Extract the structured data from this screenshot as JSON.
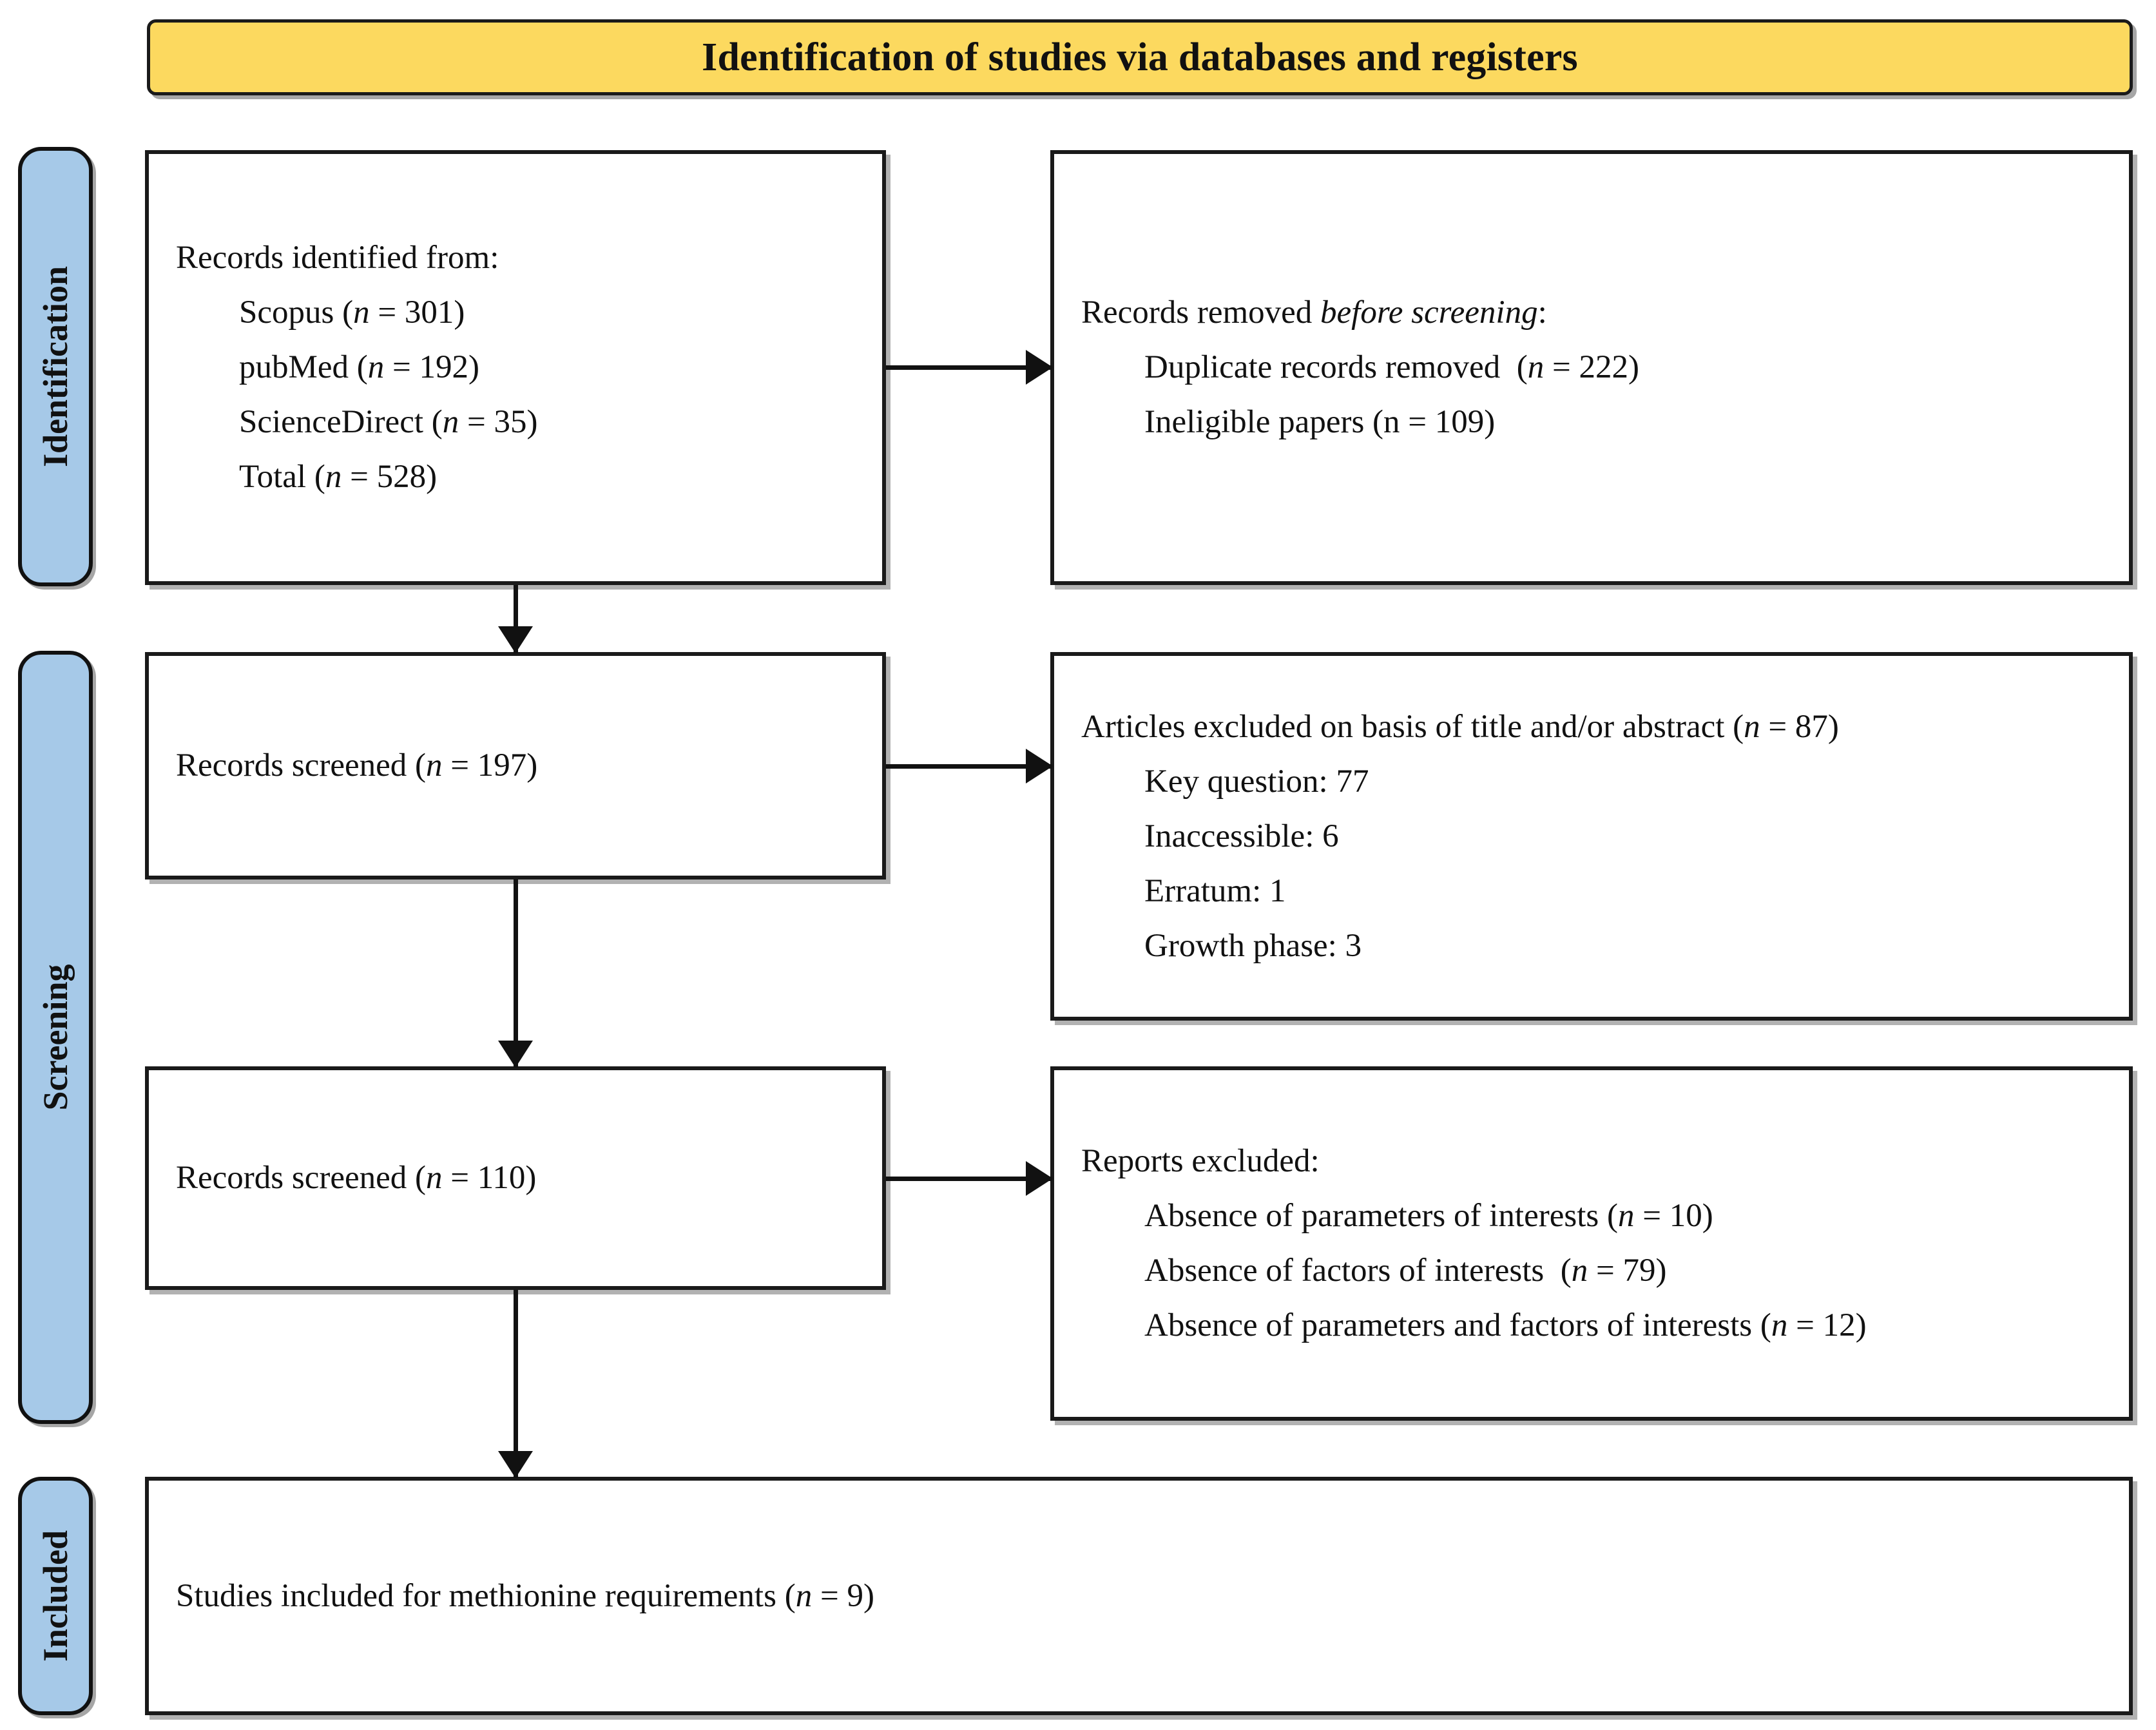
{
  "title": {
    "text": "Identification of studies via databases and registers",
    "background_color": "#FCD95F",
    "border_color": "#111111"
  },
  "stages": [
    {
      "key": "identification",
      "label": "Identification",
      "background_color": "#A6C9E8"
    },
    {
      "key": "screening",
      "label": "Screening",
      "background_color": "#A6C9E8"
    },
    {
      "key": "included",
      "label": "Included",
      "background_color": "#A6C9E8"
    }
  ],
  "nodes": {
    "records_identified": {
      "heading": "Records identified from:",
      "items": [
        "Scopus (n = 301)",
        "pubMed (n = 192)",
        "ScienceDirect (n = 35)",
        "Total (n = 528)"
      ]
    },
    "records_removed": {
      "heading": "Records removed before screening:",
      "items": [
        "Duplicate records removed  (n = 222)",
        "Ineligible papers (n = 109)"
      ]
    },
    "records_screened_1": {
      "heading": "Records screened (n = 197)",
      "items": []
    },
    "articles_excluded": {
      "heading": "Articles excluded on basis of title and/or abstract (n = 87)",
      "items": [
        "Key question: 77",
        "Inaccessible: 6",
        "Erratum: 1",
        "Growth phase: 3"
      ]
    },
    "records_screened_2": {
      "heading": "Records screened (n = 110)",
      "items": []
    },
    "reports_excluded": {
      "heading": "Reports excluded:",
      "items": [
        "Absence of parameters of interests (n = 10)",
        "Absence of factors of interests  (n = 79)",
        "Absence of parameters and factors of interests (n = 12)"
      ]
    },
    "studies_included": {
      "heading": "Studies included for methionine requirements (n = 9)",
      "items": []
    }
  },
  "flow": {
    "counts": {
      "scopus": 301,
      "pubmed": 192,
      "sciencedirect": 35,
      "total_identified": 528,
      "duplicates_removed": 222,
      "ineligible_papers": 109,
      "screened_stage_1": 197,
      "excluded_title_abstract": 87,
      "excluded_key_question": 77,
      "excluded_inaccessible": 6,
      "excluded_erratum": 1,
      "excluded_growth_phase": 3,
      "screened_stage_2": 110,
      "excluded_absent_parameters": 10,
      "excluded_absent_factors": 79,
      "excluded_absent_parameters_and_factors": 12,
      "studies_included": 9
    }
  }
}
